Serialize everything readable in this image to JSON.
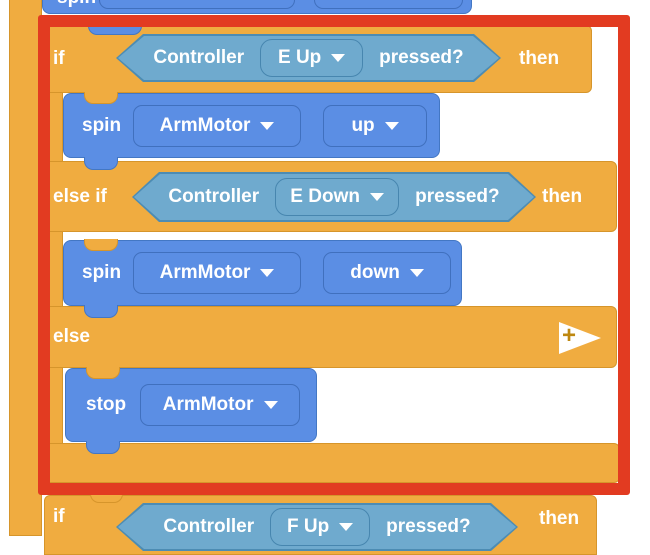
{
  "colors": {
    "control_orange": "#F0AC40",
    "control_orange_border": "#D6952B",
    "motion_blue": "#5B8EE4",
    "motion_blue_border": "#4377C4",
    "sensing_teal": "#6FAACE",
    "sensing_teal_border": "#4D8CB3",
    "highlight_red": "#E23B21",
    "workspace_bg": "#FFFFFF"
  },
  "blocks": {
    "top_partial": {
      "keyword": "spin"
    },
    "group": {
      "if_row": {
        "keyword": "if",
        "controller": "Controller",
        "port": "E Up",
        "pressed": "pressed?",
        "then": "then"
      },
      "spin_up": {
        "keyword": "spin",
        "motor": "ArmMotor",
        "direction": "up"
      },
      "else_if_row": {
        "keyword": "else if",
        "controller": "Controller",
        "port": "E Down",
        "pressed": "pressed?",
        "then": "then"
      },
      "spin_down": {
        "keyword": "spin",
        "motor": "ArmMotor",
        "direction": "down"
      },
      "else_row": {
        "keyword": "else"
      },
      "stop": {
        "keyword": "stop",
        "motor": "ArmMotor"
      }
    },
    "next_if": {
      "keyword": "if",
      "controller": "Controller",
      "port": "F Up",
      "pressed": "pressed?",
      "then": "then"
    },
    "icons": {
      "expand_plus": "+"
    }
  }
}
